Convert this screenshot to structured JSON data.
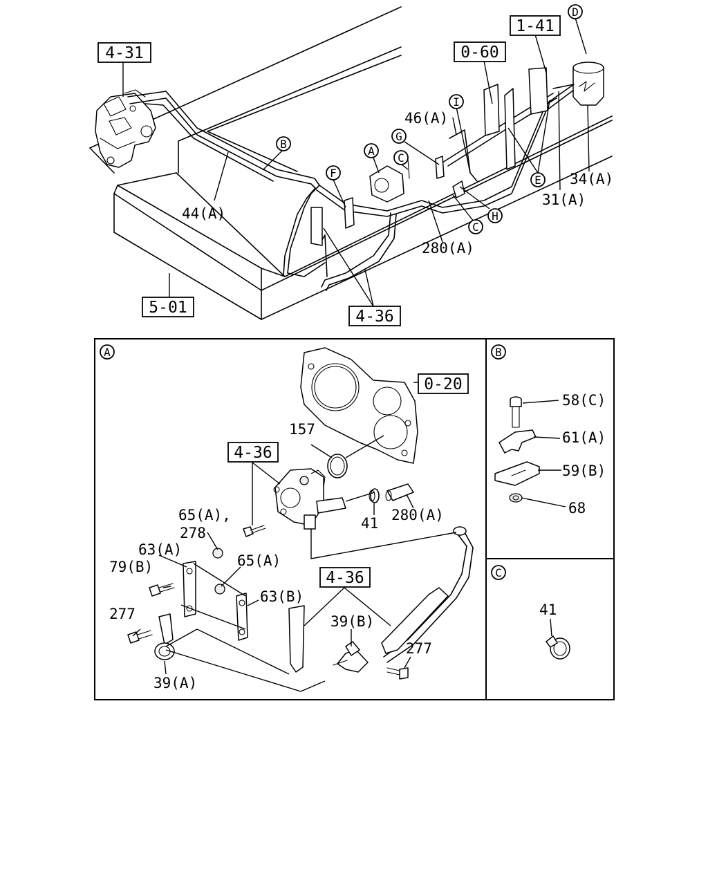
{
  "overview": {
    "ref_boxes": {
      "r431": "4-31",
      "r141": "1-41",
      "r060": "0-60",
      "r501": "5-01",
      "r436": "4-36"
    },
    "labels": {
      "p44a": "44(A)",
      "p46a": "46(A)",
      "p34a": "34(A)",
      "p31a": "31(A)",
      "p280a": "280(A)"
    },
    "callouts": {
      "A": "A",
      "B": "B",
      "C1": "C",
      "C2": "C",
      "D": "D",
      "E": "E",
      "F": "F",
      "G": "G",
      "H": "H",
      "I": "I"
    }
  },
  "detail_a": {
    "tag": "A",
    "ref_boxes": {
      "r020": "0-20",
      "r436a": "4-36",
      "r436b": "4-36"
    },
    "labels": {
      "p157": "157",
      "p41": "41",
      "p280a": "280(A)",
      "p65a_a": "65(A),",
      "p278": "278",
      "p63a": "63(A)",
      "p65a_b": "65(A)",
      "p79b": "79(B)",
      "p63b": "63(B)",
      "p277a": "277",
      "p39b": "39(B)",
      "p277b": "277",
      "p39a": "39(A)"
    }
  },
  "detail_b": {
    "tag": "B",
    "labels": {
      "p58c": "58(C)",
      "p61a": "61(A)",
      "p59b": "59(B)",
      "p68": "68"
    }
  },
  "detail_c": {
    "tag": "C",
    "labels": {
      "p41": "41"
    }
  },
  "colors": {
    "line": "#000000",
    "background": "#ffffff"
  }
}
